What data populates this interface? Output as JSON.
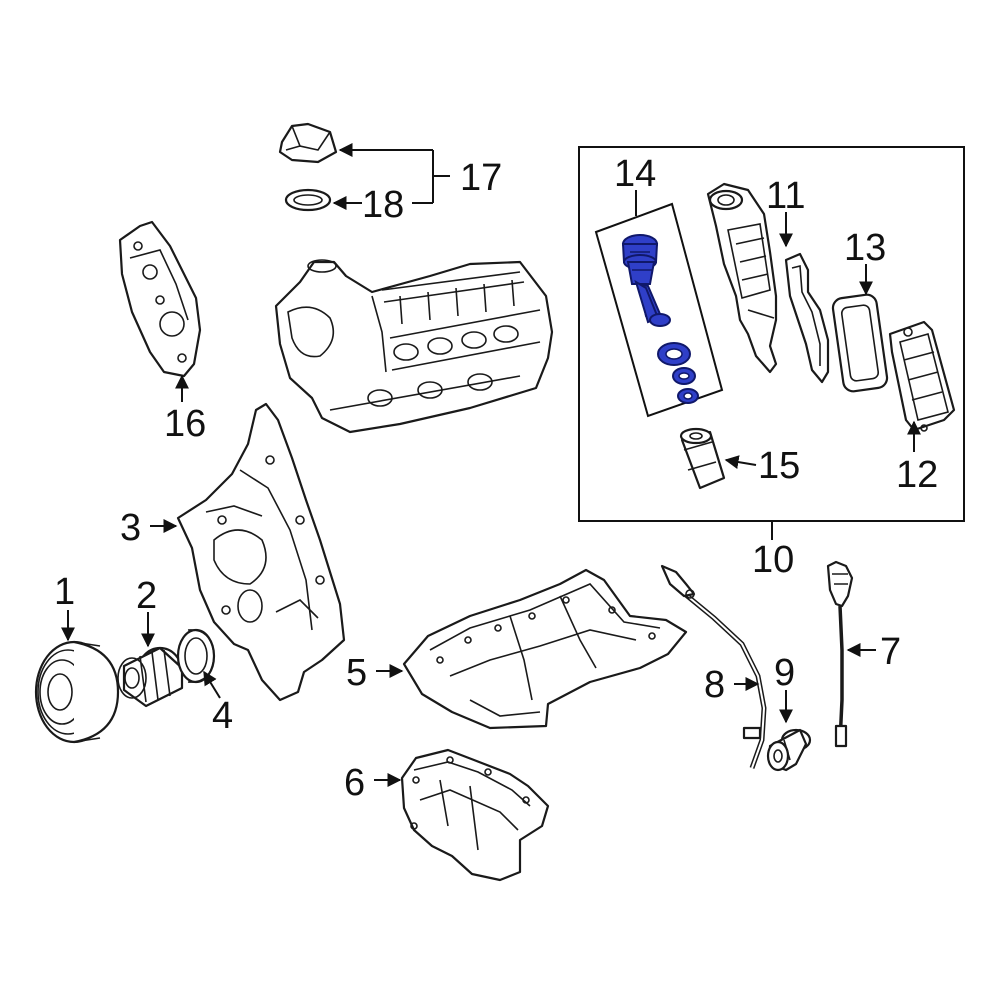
{
  "callouts": {
    "c1": "1",
    "c2": "2",
    "c3": "3",
    "c4": "4",
    "c5": "5",
    "c6": "6",
    "c7": "7",
    "c8": "8",
    "c9": "9",
    "c10": "10",
    "c11": "11",
    "c12": "12",
    "c13": "13",
    "c14": "14",
    "c15": "15",
    "c16": "16",
    "c17": "17",
    "c18": "18"
  },
  "colors": {
    "highlight": "#2f3fc8",
    "line": "#1a1a1a",
    "background": "#ffffff"
  }
}
